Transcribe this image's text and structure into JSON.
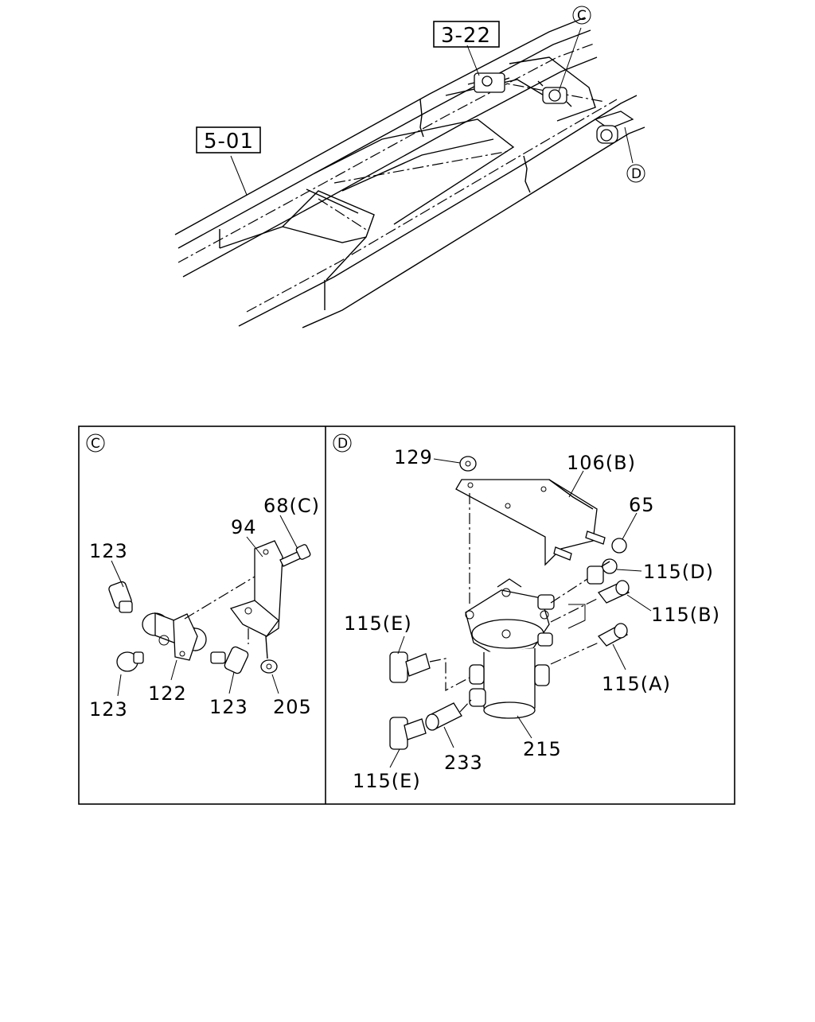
{
  "overview": {
    "ref_boxes": [
      {
        "id": "ref-5-01",
        "text": "5-01"
      },
      {
        "id": "ref-3-22",
        "text": "3-22"
      }
    ],
    "detail_markers": [
      {
        "id": "marker-c",
        "text": "C"
      },
      {
        "id": "marker-d",
        "text": "D"
      }
    ]
  },
  "panel_c": {
    "marker": "C",
    "callouts": {
      "p68c": "68(C)",
      "p94": "94",
      "p123a": "123",
      "p123b": "123",
      "p122": "122",
      "p123c": "123",
      "p205": "205"
    }
  },
  "panel_d": {
    "marker": "D",
    "callouts": {
      "p129": "129",
      "p106b": "106(B)",
      "p65": "65",
      "p115d": "115(D)",
      "p115b": "115(B)",
      "p115e_top": "115(E)",
      "p115a": "115(A)",
      "p215": "215",
      "p233": "233",
      "p115e_bot": "115(E)"
    }
  }
}
